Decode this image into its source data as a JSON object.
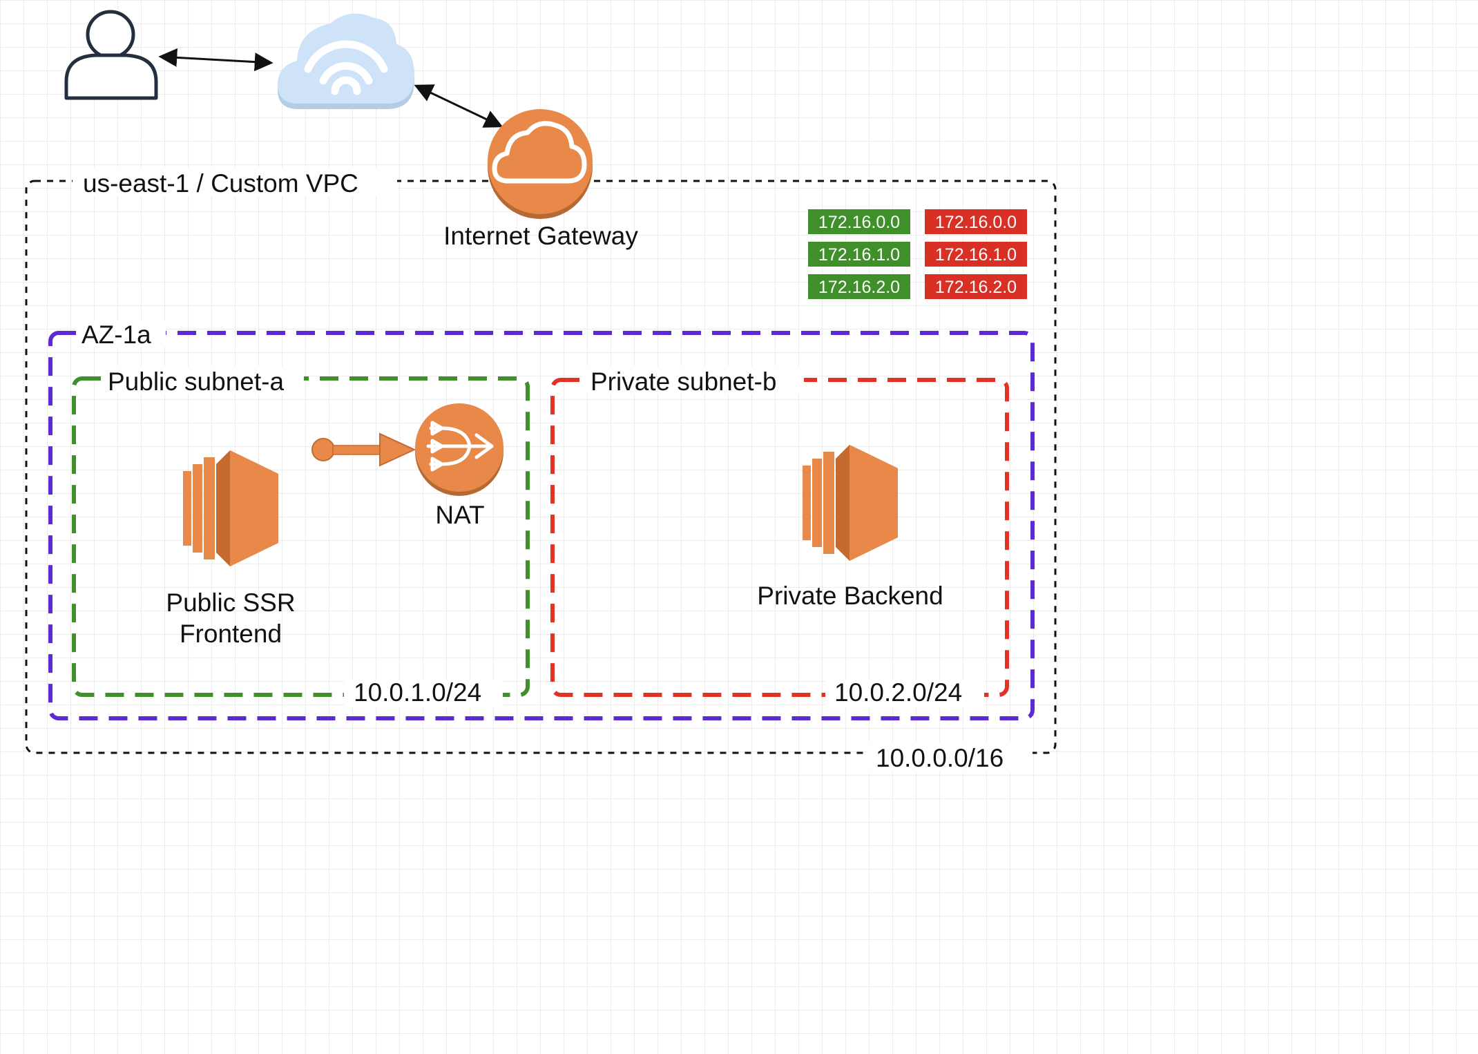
{
  "vpc": {
    "title": "us-east-1 / Custom VPC",
    "cidr": "10.0.0.0/16"
  },
  "gateway": {
    "label": "Internet Gateway"
  },
  "az": {
    "label": "AZ-1a"
  },
  "public_subnet": {
    "title": "Public subnet-a",
    "cidr": "10.0.1.0/24"
  },
  "private_subnet": {
    "title": "Private subnet-b",
    "cidr": "10.0.2.0/24"
  },
  "nat": {
    "label": "NAT"
  },
  "frontend": {
    "label_line1": "Public SSR",
    "label_line2": "Frontend"
  },
  "backend": {
    "label": "Private Backend"
  },
  "route_tables": {
    "public": [
      "172.16.0.0",
      "172.16.1.0",
      "172.16.2.0"
    ],
    "private": [
      "172.16.0.0",
      "172.16.1.0",
      "172.16.2.0"
    ]
  },
  "colors": {
    "vpc_border": "#111111",
    "az_border": "#5B2BD1",
    "public_border": "#3F8F2A",
    "private_border": "#E03326",
    "aws_orange": "#E8894A",
    "aws_orange_dark": "#C46A2E",
    "public_route": "#3F8F2A",
    "private_route": "#D93025",
    "cloud_fill": "#CFE3F8"
  },
  "icons": [
    "user-icon",
    "internet-cloud-icon",
    "internet-gateway-icon",
    "nat-gateway-icon",
    "ec2-instance-icon"
  ]
}
